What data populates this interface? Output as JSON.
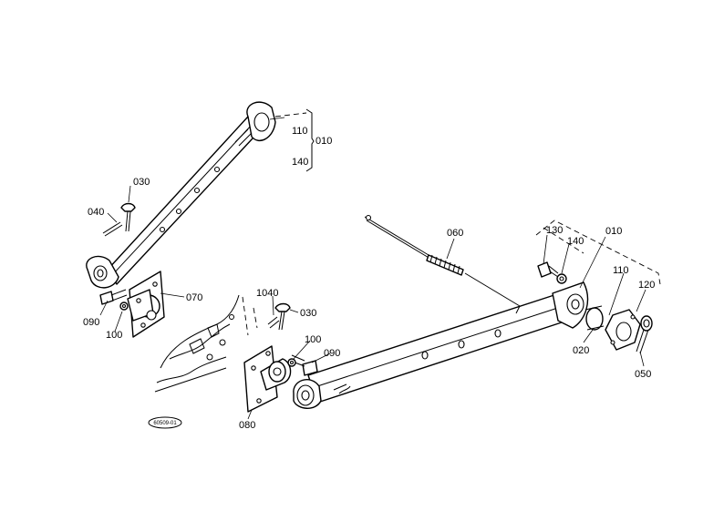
{
  "diagram": {
    "labels": {
      "p010_top": "010",
      "p110_top": "110",
      "p140_top": "140",
      "p030_left": "030",
      "p040": "040",
      "p090_left": "090",
      "p100_left": "100",
      "p070": "070",
      "p1040": "1040",
      "p030_mid": "030",
      "p100_mid": "100",
      "p090_mid": "090",
      "p080": "080",
      "p060": "060",
      "p130": "130",
      "p140_right": "140",
      "p010_right": "010",
      "p110_right": "110",
      "p120": "120",
      "p020": "020",
      "p050": "050"
    },
    "reference_code": "60509-01"
  }
}
